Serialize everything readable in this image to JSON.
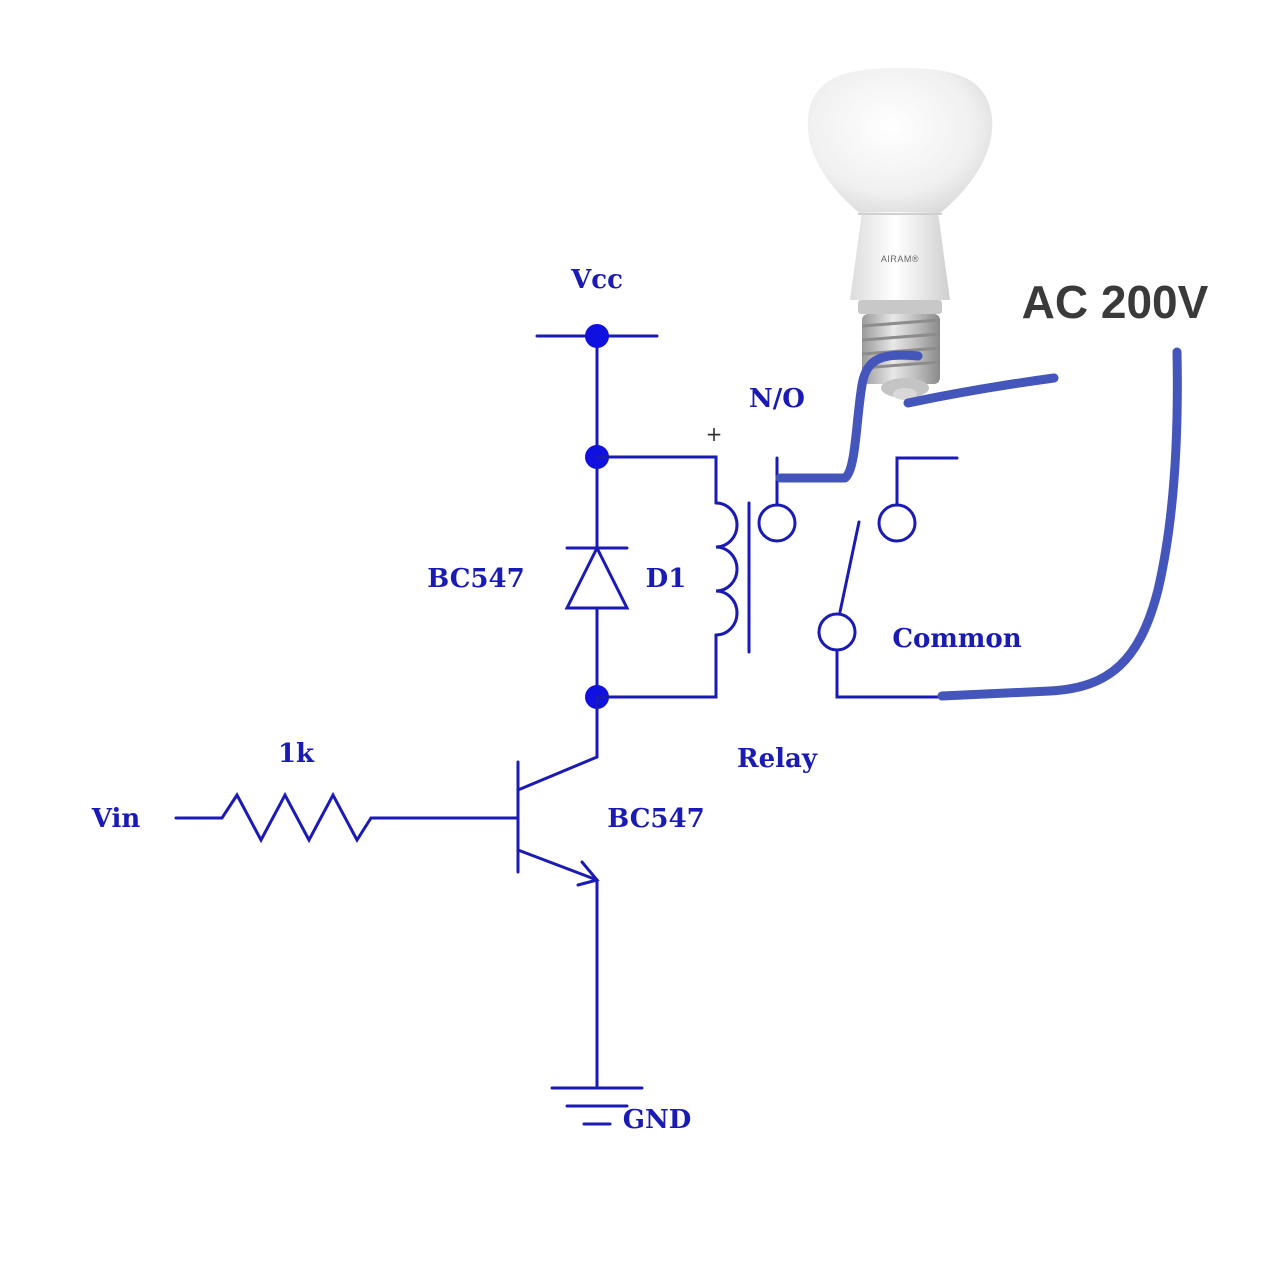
{
  "labels": {
    "vcc": "Vcc",
    "gnd": "GND",
    "vin": "Vin",
    "resistor": "1k",
    "transistor": "BC547",
    "diode_part": "BC547",
    "diode_ref": "D1",
    "relay": "Relay",
    "no_contact": "N/O",
    "common": "Common",
    "plus": "+",
    "ac_source": "AC 200V",
    "bulb_brand": "AIRAM®"
  },
  "colors": {
    "schematic": "#1a1ab4",
    "hand_wire": "#4455bb",
    "ac_text": "#3a3a3a"
  }
}
